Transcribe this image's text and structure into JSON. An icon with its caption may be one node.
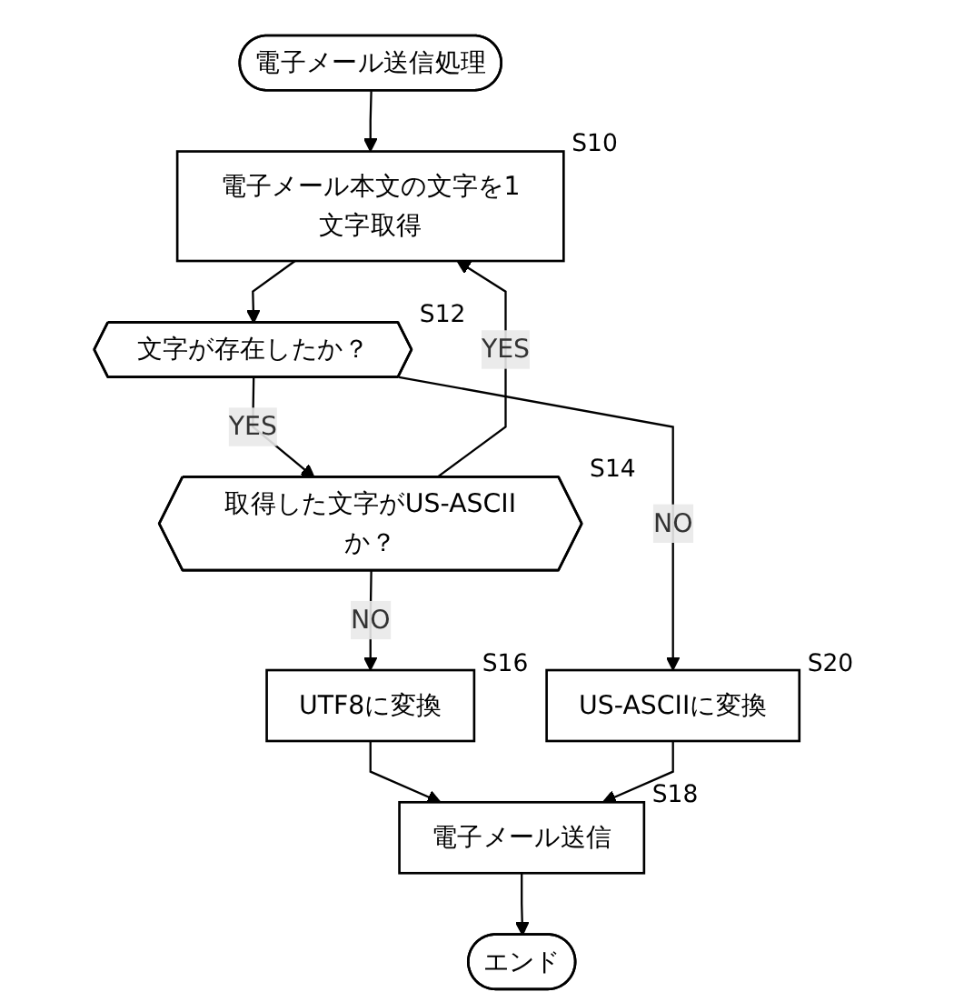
{
  "diagram": {
    "nodes": [
      {
        "text": [
          "電子メール送信処理"
        ]
      },
      {
        "text": [
          "電子メール本文の文字を1文字取得"
        ],
        "beside": [
          "S10"
        ]
      },
      {
        "text": [
          "文字が存在したか？"
        ],
        "beside": [
          "S12"
        ]
      },
      {
        "text": [
          "取得した文字がUS-ASCIIか？"
        ],
        "beside": [
          "S14"
        ]
      },
      {
        "text": [
          "UTF8に変換"
        ],
        "beside": [
          "S16"
        ]
      },
      {
        "text": [
          "US-ASCIIに変換"
        ],
        "beside": [
          "S20"
        ]
      },
      {
        "text": [
          "電子メール送信"
        ],
        "beside": [
          "S18"
        ]
      },
      {
        "text": [
          "エンド"
        ]
      }
    ],
    "edges": [
      {
        "from": 0,
        "to": 1,
        "arrow": "to"
      },
      {
        "from": 1,
        "to": 2,
        "arrow": "to"
      },
      {
        "from": 2,
        "to": 3,
        "arrow": "to",
        "label": "YES"
      },
      {
        "from": 2,
        "to": 5,
        "arrow": "to",
        "label": "NO"
      },
      {
        "from": 3,
        "to": 1,
        "arrow": "to",
        "label": "YES"
      },
      {
        "from": 3,
        "to": 4,
        "arrow": "to",
        "label": "NO"
      },
      {
        "from": 4,
        "to": 6,
        "arrow": "to"
      },
      {
        "from": 5,
        "to": 6,
        "arrow": "to"
      },
      {
        "from": 6,
        "to": 7,
        "arrow": "to"
      }
    ]
  }
}
